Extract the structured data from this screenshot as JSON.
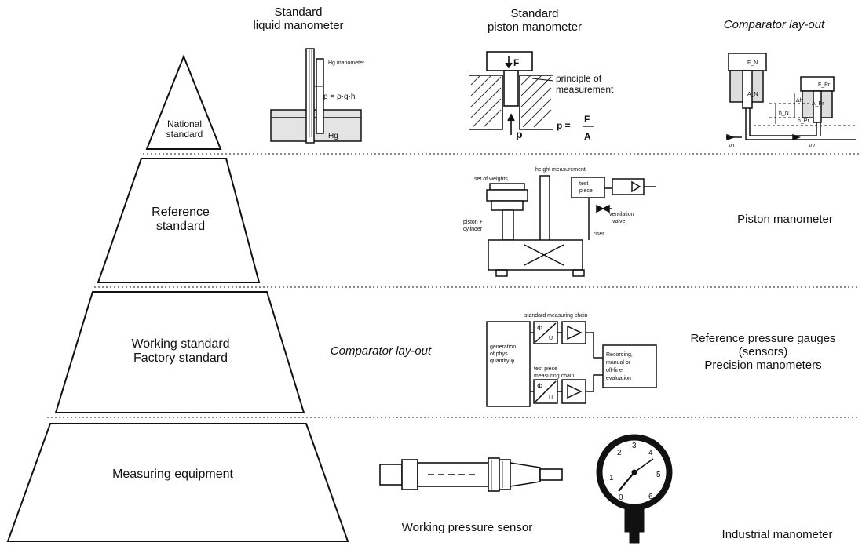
{
  "pyramid": {
    "tier1": {
      "line1": "National",
      "line2": "standard"
    },
    "tier2": {
      "line1": "Reference",
      "line2": "standard"
    },
    "tier3": {
      "line1": "Working standard",
      "line2": "Factory standard"
    },
    "tier4": {
      "label": "Measuring equipment"
    }
  },
  "row1": {
    "liquid": {
      "line1": "Standard",
      "line2": "liquid manometer",
      "hg_top": "Hg manometer",
      "formula": "p = ρ·g·h",
      "hg": "Hg"
    },
    "piston": {
      "line1": "Standard",
      "line2": "piston manometer",
      "force": "F",
      "pressure": "p",
      "principle1": "principle of",
      "principle2": "measurement",
      "formula_p": "p =",
      "formula_num": "F",
      "formula_den": "A"
    },
    "comparator": {
      "title": "Comparator lay-out",
      "fn": "F_N",
      "fpr": "F_Pr",
      "an": "A_N",
      "apr": "A_Pr",
      "hn": "h_N",
      "dh": "Δh",
      "hpr": "h_Pr",
      "v1": "V1",
      "v2": "V2"
    }
  },
  "row2": {
    "caption": "Piston manometer",
    "diagram": {
      "weights": "set of weights",
      "height": "height measurement",
      "test1": "test",
      "test2": "piece",
      "vent1": "ventilation",
      "vent2": "valve",
      "piston1": "piston +",
      "piston2": "cylinder",
      "riser": "riser"
    }
  },
  "row3": {
    "left_caption": "Comparator lay-out",
    "right_line1": "Reference pressure gauges",
    "right_line2": "(sensors)",
    "right_line3": "Precision manometers",
    "diagram": {
      "chain_top": "standard measuring chain",
      "gen1": "generation",
      "gen2": "of phys.",
      "gen3": "quantity φ",
      "test1": "test piece",
      "test2": "measuring chain",
      "phi": "Φ",
      "u": "U",
      "rec1": "Recording,",
      "rec2": "manual or",
      "rec3": "off-line",
      "rec4": "evaluation"
    }
  },
  "row4": {
    "sensor_caption": "Working pressure sensor",
    "manometer_caption": "Industrial manometer",
    "dial_numbers": [
      "0",
      "1",
      "2",
      "3",
      "4",
      "5",
      "6"
    ]
  }
}
